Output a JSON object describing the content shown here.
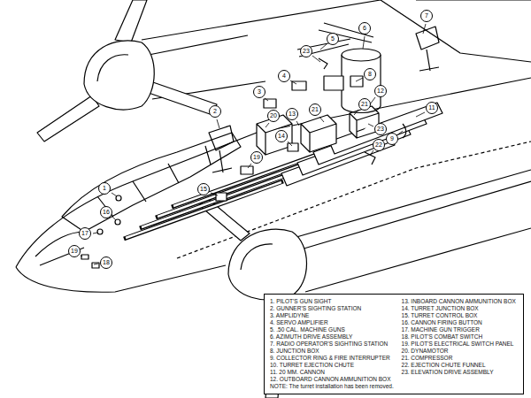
{
  "diagram": {
    "nodes": [
      {
        "text": [
          "1. PILOT'S GUN SIGHT",
          "2. GUNNER'S SIGHTING STATION",
          "3. AMPLIDYNE",
          "4. SERVO AMPLIFIER",
          "5. .50 CAL. MACHINE GUNS",
          "6. AZIMUTH DRIVE ASSEMBLY",
          "7. RADIO OPERATOR'S SIGHTING STATION",
          "8. JUNCTION BOX",
          "9. COLLECTOR RING & FIRE INTERRUPTER",
          "10. TURRET EJECTION CHUTE",
          "11. 20 MM. CANNON",
          "12. OUTBOARD CANNON AMMUNITION BOX",
          "13. INBOARD CANNON AMMUNITION BOX",
          "14. TURRET JUNCTION BOX",
          "15. TURRET CONTROL BOX",
          "16. CANNON FIRING BUTTON",
          "17. MACHINE GUN TRIGGER",
          "18. PILOT'S COMBAT SWITCH",
          "19. PILOT'S ELECTRICAL SWITCH PANEL",
          "20. DYNAMOTOR",
          "21. COMPRESSOR",
          "22. EJECTION CHUTE FUNNEL",
          "23. ELEVATION DRIVE ASSEMBLY",
          "NOTE: The turret installation has been removed."
        ]
      }
    ],
    "labels": [
      "7",
      "6",
      "5",
      "23",
      "8",
      "4",
      "12",
      "3",
      "21",
      "2",
      "13",
      "20",
      "21",
      "11",
      "23",
      "9",
      "14",
      "22",
      "19",
      "1",
      "15",
      "16",
      "17",
      "19",
      "18"
    ]
  }
}
